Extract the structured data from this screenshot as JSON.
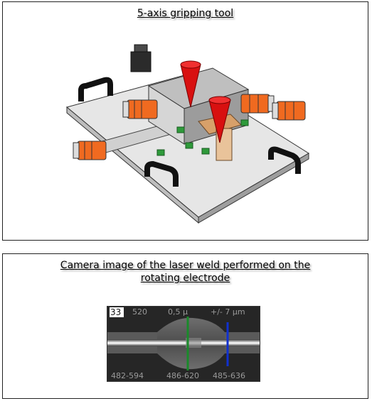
{
  "top_panel": {
    "title": "5-axis gripping tool"
  },
  "bottom_panel": {
    "title": "Camera image of the laser weld performed on the rotating electrode",
    "camera_overlay": {
      "frame_number": "33",
      "top_labels": [
        "520",
        "0,5 μ",
        "+/- 7 μm"
      ],
      "bottom_labels": [
        "482-594",
        "486-620",
        "485-636"
      ],
      "marker_colors": [
        "#1a8a2a",
        "#1030d0"
      ]
    }
  }
}
